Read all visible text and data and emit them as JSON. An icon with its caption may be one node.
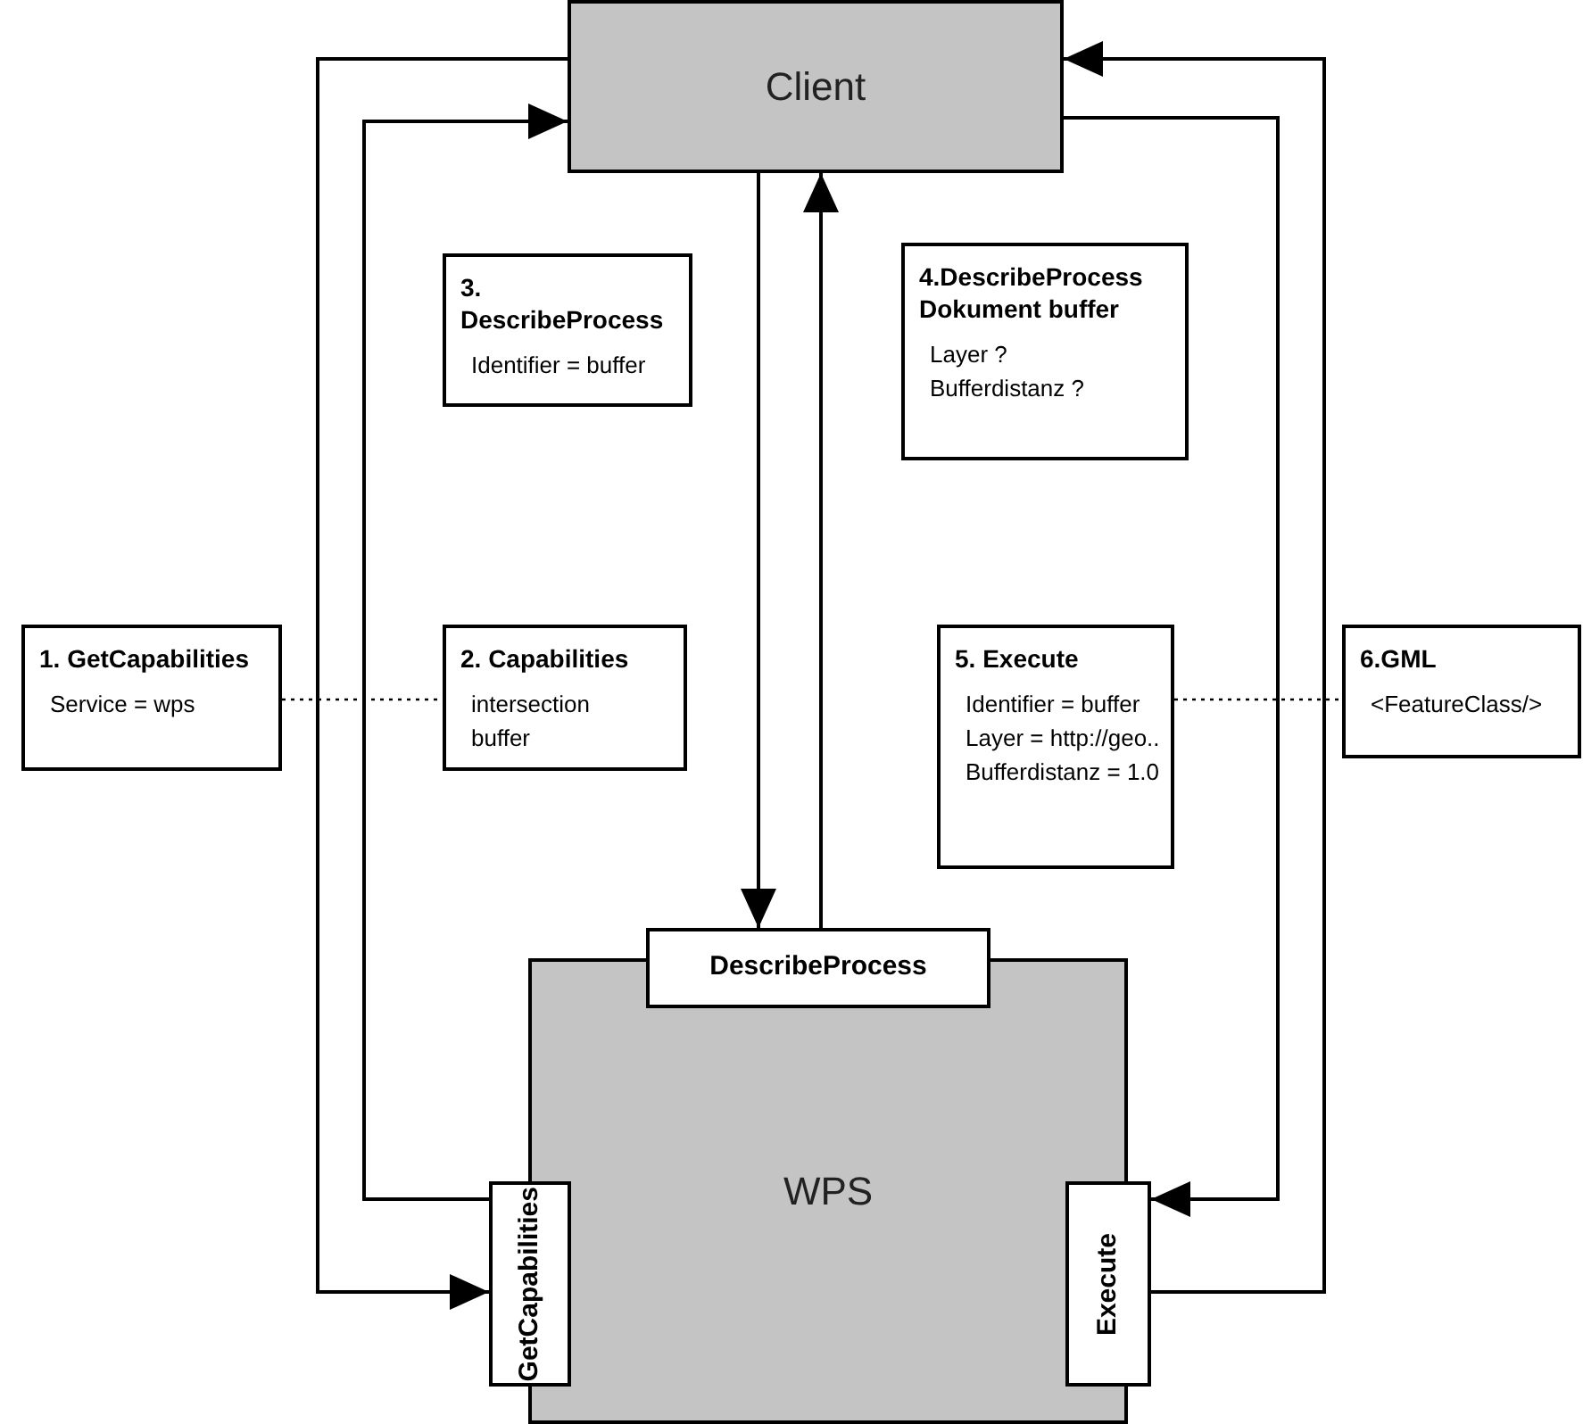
{
  "diagram": {
    "nodes": [
      {
        "text": [
          "Client"
        ]
      },
      {
        "text": [
          "3. DescribeProcess",
          "Identifier = buffer"
        ]
      },
      {
        "text": [
          "4.DescribeProcess Dokument buffer",
          "Layer ?",
          "Bufferdistanz ?"
        ]
      },
      {
        "text": [
          "1. GetCapabilities",
          "Service = wps"
        ]
      },
      {
        "text": [
          "2. Capabilities",
          "intersection",
          "buffer"
        ]
      },
      {
        "text": [
          "5. Execute",
          "Identifier = buffer",
          "Layer = http://geo..",
          "Bufferdistanz = 1.0"
        ]
      },
      {
        "text": [
          "6.GML",
          "<FeatureClass/>"
        ]
      },
      {
        "text": [
          "WPS"
        ]
      },
      {
        "text": [
          "DescribeProcess"
        ]
      },
      {
        "text": [
          "GetCapabilities"
        ]
      },
      {
        "text": [
          "Execute"
        ]
      }
    ],
    "edges": [
      {
        "from": 0,
        "to": 9,
        "arrow": "to"
      },
      {
        "from": 9,
        "to": 0,
        "arrow": "to"
      },
      {
        "from": 0,
        "to": 8,
        "arrow": "to"
      },
      {
        "from": 8,
        "to": 0,
        "arrow": "to"
      },
      {
        "from": 0,
        "to": 10,
        "arrow": "to"
      },
      {
        "from": 10,
        "to": 0,
        "arrow": "to"
      },
      {
        "from": 3,
        "to": 4,
        "arrow": "none",
        "style": "dashed"
      },
      {
        "from": 5,
        "to": 6,
        "arrow": "none",
        "style": "dashed"
      }
    ]
  }
}
